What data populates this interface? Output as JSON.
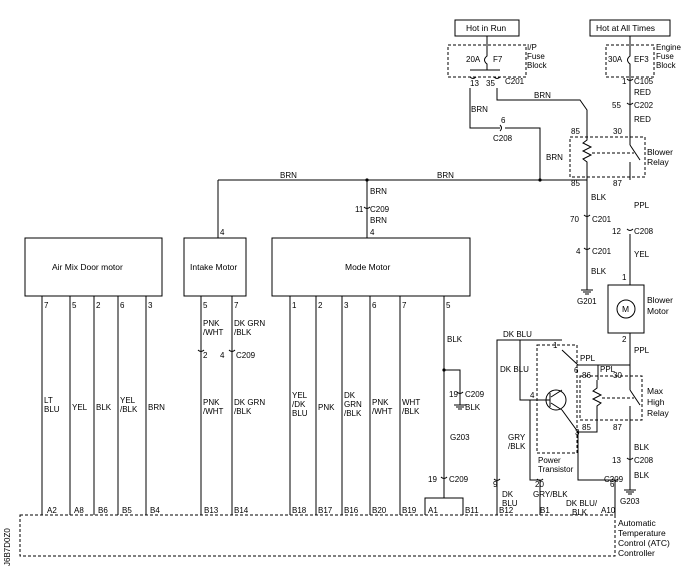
{
  "sources": {
    "hot_in_run": "Hot in Run",
    "hot_at_all_times": "Hot at All Times"
  },
  "fuse_blocks": {
    "ip": {
      "label_1": "I/P",
      "label_2": "Fuse",
      "label_3": "Block",
      "fuse": "F7",
      "rating": "20A"
    },
    "engine": {
      "label_1": "Engine",
      "label_2": "Fuse",
      "label_3": "Block",
      "fuse": "EF3",
      "rating": "30A"
    }
  },
  "connectors": {
    "c201": "C201",
    "c105": "C105",
    "c202": "C202",
    "c208": "C208",
    "c209": "C209",
    "g201": "G201",
    "g203": "G203"
  },
  "pins": {
    "p1": "1",
    "p2": "2",
    "p3": "3",
    "p4": "4",
    "p5": "5",
    "p6": "6",
    "p7": "7",
    "p9": "9",
    "p11": "11",
    "p12": "12",
    "p13": "13",
    "p19": "19",
    "p20": "20",
    "p30": "30",
    "p35": "35",
    "p55": "55",
    "p70": "70",
    "p85": "85",
    "p86": "86",
    "p87": "87"
  },
  "wire_colors": {
    "brn": "BRN",
    "red": "RED",
    "blk": "BLK",
    "ppl": "PPL",
    "yel": "YEL",
    "dk_blu": "DK BLU",
    "dk": "DK",
    "blu": "BLU",
    "pnk": "PNK",
    "wht_slash": "/WHT",
    "dk_grn": "DK GRN",
    "dk_grn_slash": "DK GRN",
    "blk_slash": "/BLK",
    "lt": "LT",
    "yel_slash": "YEL",
    "dk_slash": "/DK",
    "grn": "GRN",
    "gry": "GRY",
    "gry_blk": "GRY/BLK",
    "dk_blu_slash": "DK BLU/",
    "blk_only": "BLK",
    "wht": "WHT"
  },
  "components": {
    "air_mix": "Air Mix Door motor",
    "intake": "Intake Motor",
    "mode": "Mode Motor",
    "blower_relay_1": "Blower",
    "blower_relay_2": "Relay",
    "blower_motor_1": "Blower",
    "blower_motor_2": "Motor",
    "max_relay_1": "Max",
    "max_relay_2": "High",
    "max_relay_3": "Relay",
    "transistor_1": "Power",
    "transistor_2": "Transistor",
    "motor_symbol": "M"
  },
  "controller": {
    "line_1": "Automatic",
    "line_2": "Temperature",
    "line_3": "Control (ATC)",
    "line_4": "Controller"
  },
  "terminals": {
    "a2": "A2",
    "a8": "A8",
    "b6": "B6",
    "b5": "B5",
    "b4": "B4",
    "b13": "B13",
    "b14": "B14",
    "b18": "B18",
    "b17": "B17",
    "b16": "B16",
    "b20": "B20",
    "b19": "B19",
    "a1": "A1",
    "b11": "B11",
    "b12": "B12",
    "b1": "B1",
    "a10": "A10"
  },
  "drawing_code": "J6B7D0Z0"
}
